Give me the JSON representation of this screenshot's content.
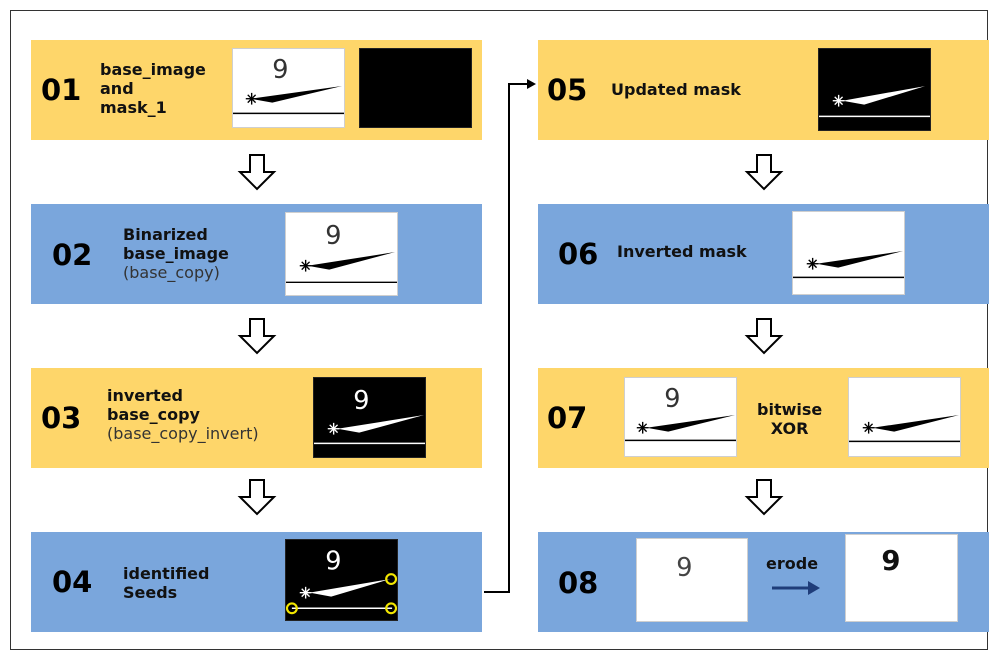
{
  "colors": {
    "yellow": "#FED66A",
    "blue": "#7AA6DC",
    "seed": "#F2E600"
  },
  "steps": [
    {
      "num": "01",
      "lines": [
        "base_image",
        "and",
        "mask_1"
      ]
    },
    {
      "num": "02",
      "lines": [
        "Binarized",
        "base_image"
      ],
      "sub": "(base_copy)"
    },
    {
      "num": "03",
      "lines": [
        "inverted",
        "base_copy"
      ],
      "sub": "(base_copy_invert)"
    },
    {
      "num": "04",
      "lines": [
        "identified",
        "Seeds"
      ]
    },
    {
      "num": "05",
      "lines": [
        "Updated mask"
      ]
    },
    {
      "num": "06",
      "lines": [
        "Inverted mask"
      ]
    },
    {
      "num": "07",
      "lines": [
        "bitwise",
        "XOR"
      ]
    },
    {
      "num": "08",
      "lines": [
        "erode"
      ]
    }
  ],
  "thumbnail_digit": "9",
  "icons": {
    "flow_arrow": "hollow-down-arrow-icon",
    "right_arrow": "right-arrow-icon"
  }
}
